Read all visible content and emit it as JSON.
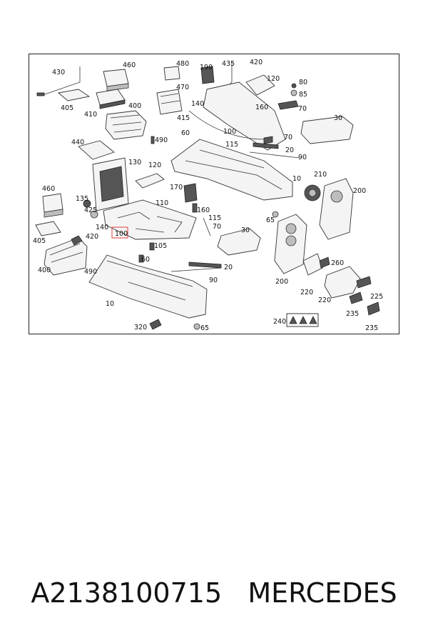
{
  "diagram": {
    "part_labels": {
      "p430": "430",
      "p460a": "460",
      "p405a": "405",
      "p410": "410",
      "p400a": "400",
      "p480": "480",
      "p470": "470",
      "p415": "415",
      "p490a": "490",
      "p440": "440",
      "p130": "130",
      "p120a": "120",
      "p460b": "460",
      "p135": "135",
      "p425": "425",
      "p140a": "140",
      "p420a": "420",
      "p405b": "405",
      "p100": "100",
      "p400b": "400",
      "p490b": "490",
      "p105": "105",
      "p60a": "60",
      "p170": "170",
      "p110": "110",
      "p160a": "160",
      "p115a": "115",
      "p70a": "70",
      "p190": "190",
      "p435": "435",
      "p420b": "420",
      "p120b": "120",
      "p80": "80",
      "p85": "85",
      "p140b": "140",
      "p160b": "160",
      "p70b": "70",
      "p70c": "70",
      "p100b": "100",
      "p115b": "115",
      "p60b": "60",
      "p30a": "30",
      "p20a": "20",
      "p90a": "90",
      "p10a": "10",
      "p210": "210",
      "p200a": "200",
      "p65a": "65",
      "p30b": "30",
      "p20b": "20",
      "p90b": "90",
      "p10b": "10",
      "p200b": "200",
      "p260": "260",
      "p220a": "220",
      "p220b": "220",
      "p225": "225",
      "p235a": "235",
      "p235b": "235",
      "p240": "240",
      "p320": "320",
      "p65b": "65"
    },
    "highlight_color": "#e23b3b"
  },
  "caption": {
    "part_number": "A2138100715",
    "brand": "MERCEDES"
  }
}
